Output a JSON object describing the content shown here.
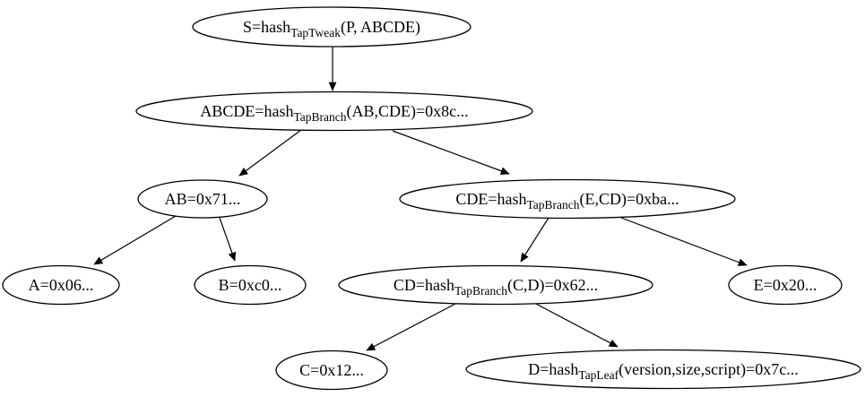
{
  "diagram": {
    "type": "tree",
    "description_label": "taproot-hash-tree",
    "colors": {
      "background": "#ffffff",
      "node_stroke": "#000000",
      "node_fill": "#ffffff",
      "edge": "#000000",
      "text": "#000000"
    },
    "nodes": [
      {
        "id": "S",
        "prefix": "S=hash",
        "sub": "TapTweak",
        "suffix": "(P, ABCDE)"
      },
      {
        "id": "ABCDE",
        "prefix": "ABCDE=hash",
        "sub": "TapBranch",
        "suffix": "(AB,CDE)=0x8c..."
      },
      {
        "id": "AB",
        "prefix": "AB=0x71...",
        "sub": "",
        "suffix": ""
      },
      {
        "id": "CDE",
        "prefix": "CDE=hash",
        "sub": "TapBranch",
        "suffix": "(E,CD)=0xba..."
      },
      {
        "id": "A",
        "prefix": "A=0x06...",
        "sub": "",
        "suffix": ""
      },
      {
        "id": "B",
        "prefix": "B=0xc0...",
        "sub": "",
        "suffix": ""
      },
      {
        "id": "CD",
        "prefix": "CD=hash",
        "sub": "TapBranch",
        "suffix": "(C,D)=0x62..."
      },
      {
        "id": "E",
        "prefix": "E=0x20...",
        "sub": "",
        "suffix": ""
      },
      {
        "id": "C",
        "prefix": "C=0x12...",
        "sub": "",
        "suffix": ""
      },
      {
        "id": "D",
        "prefix": "D=hash",
        "sub": "TapLeaf",
        "suffix": "(version,size,script)=0x7c..."
      }
    ],
    "edges": [
      {
        "from": "S",
        "to": "ABCDE"
      },
      {
        "from": "ABCDE",
        "to": "AB"
      },
      {
        "from": "ABCDE",
        "to": "CDE"
      },
      {
        "from": "AB",
        "to": "A"
      },
      {
        "from": "AB",
        "to": "B"
      },
      {
        "from": "CDE",
        "to": "CD"
      },
      {
        "from": "CDE",
        "to": "E"
      },
      {
        "from": "CD",
        "to": "C"
      },
      {
        "from": "CD",
        "to": "D"
      }
    ]
  }
}
